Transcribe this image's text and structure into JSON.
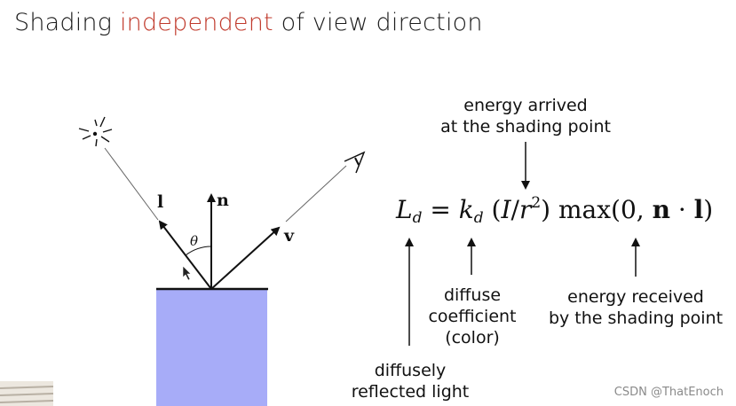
{
  "title": {
    "part1": "Shading ",
    "accent": "independent",
    "part2": " of view direction"
  },
  "diagram": {
    "labels": {
      "light": "l",
      "normal": "n",
      "view": "v",
      "angle": "θ"
    },
    "surface_color": "#a7acf8"
  },
  "equation": {
    "L": "L",
    "L_sub": "d",
    "eq": " = ",
    "k": "k",
    "k_sub": "d",
    "mid": " (",
    "I": "I",
    "slash": "/",
    "r": "r",
    "r_sup": "2",
    "close": ") max(0, ",
    "n": "n",
    "dot": " · ",
    "l": "l",
    "end": ")"
  },
  "annotations": {
    "energy_arrived_line1": "energy arrived",
    "energy_arrived_line2": "at the shading point",
    "diffuse_line1": "diffuse",
    "diffuse_line2": "coefficient",
    "diffuse_line3": "(color)",
    "energy_received_line1": "energy received",
    "energy_received_line2": "by the shading point",
    "diffusely_line1": "diffusely",
    "diffusely_line2": "reflected light"
  },
  "watermark": "CSDN @ThatEnoch",
  "colors": {
    "accent": "#c0392b",
    "surface": "#a7acf8"
  }
}
